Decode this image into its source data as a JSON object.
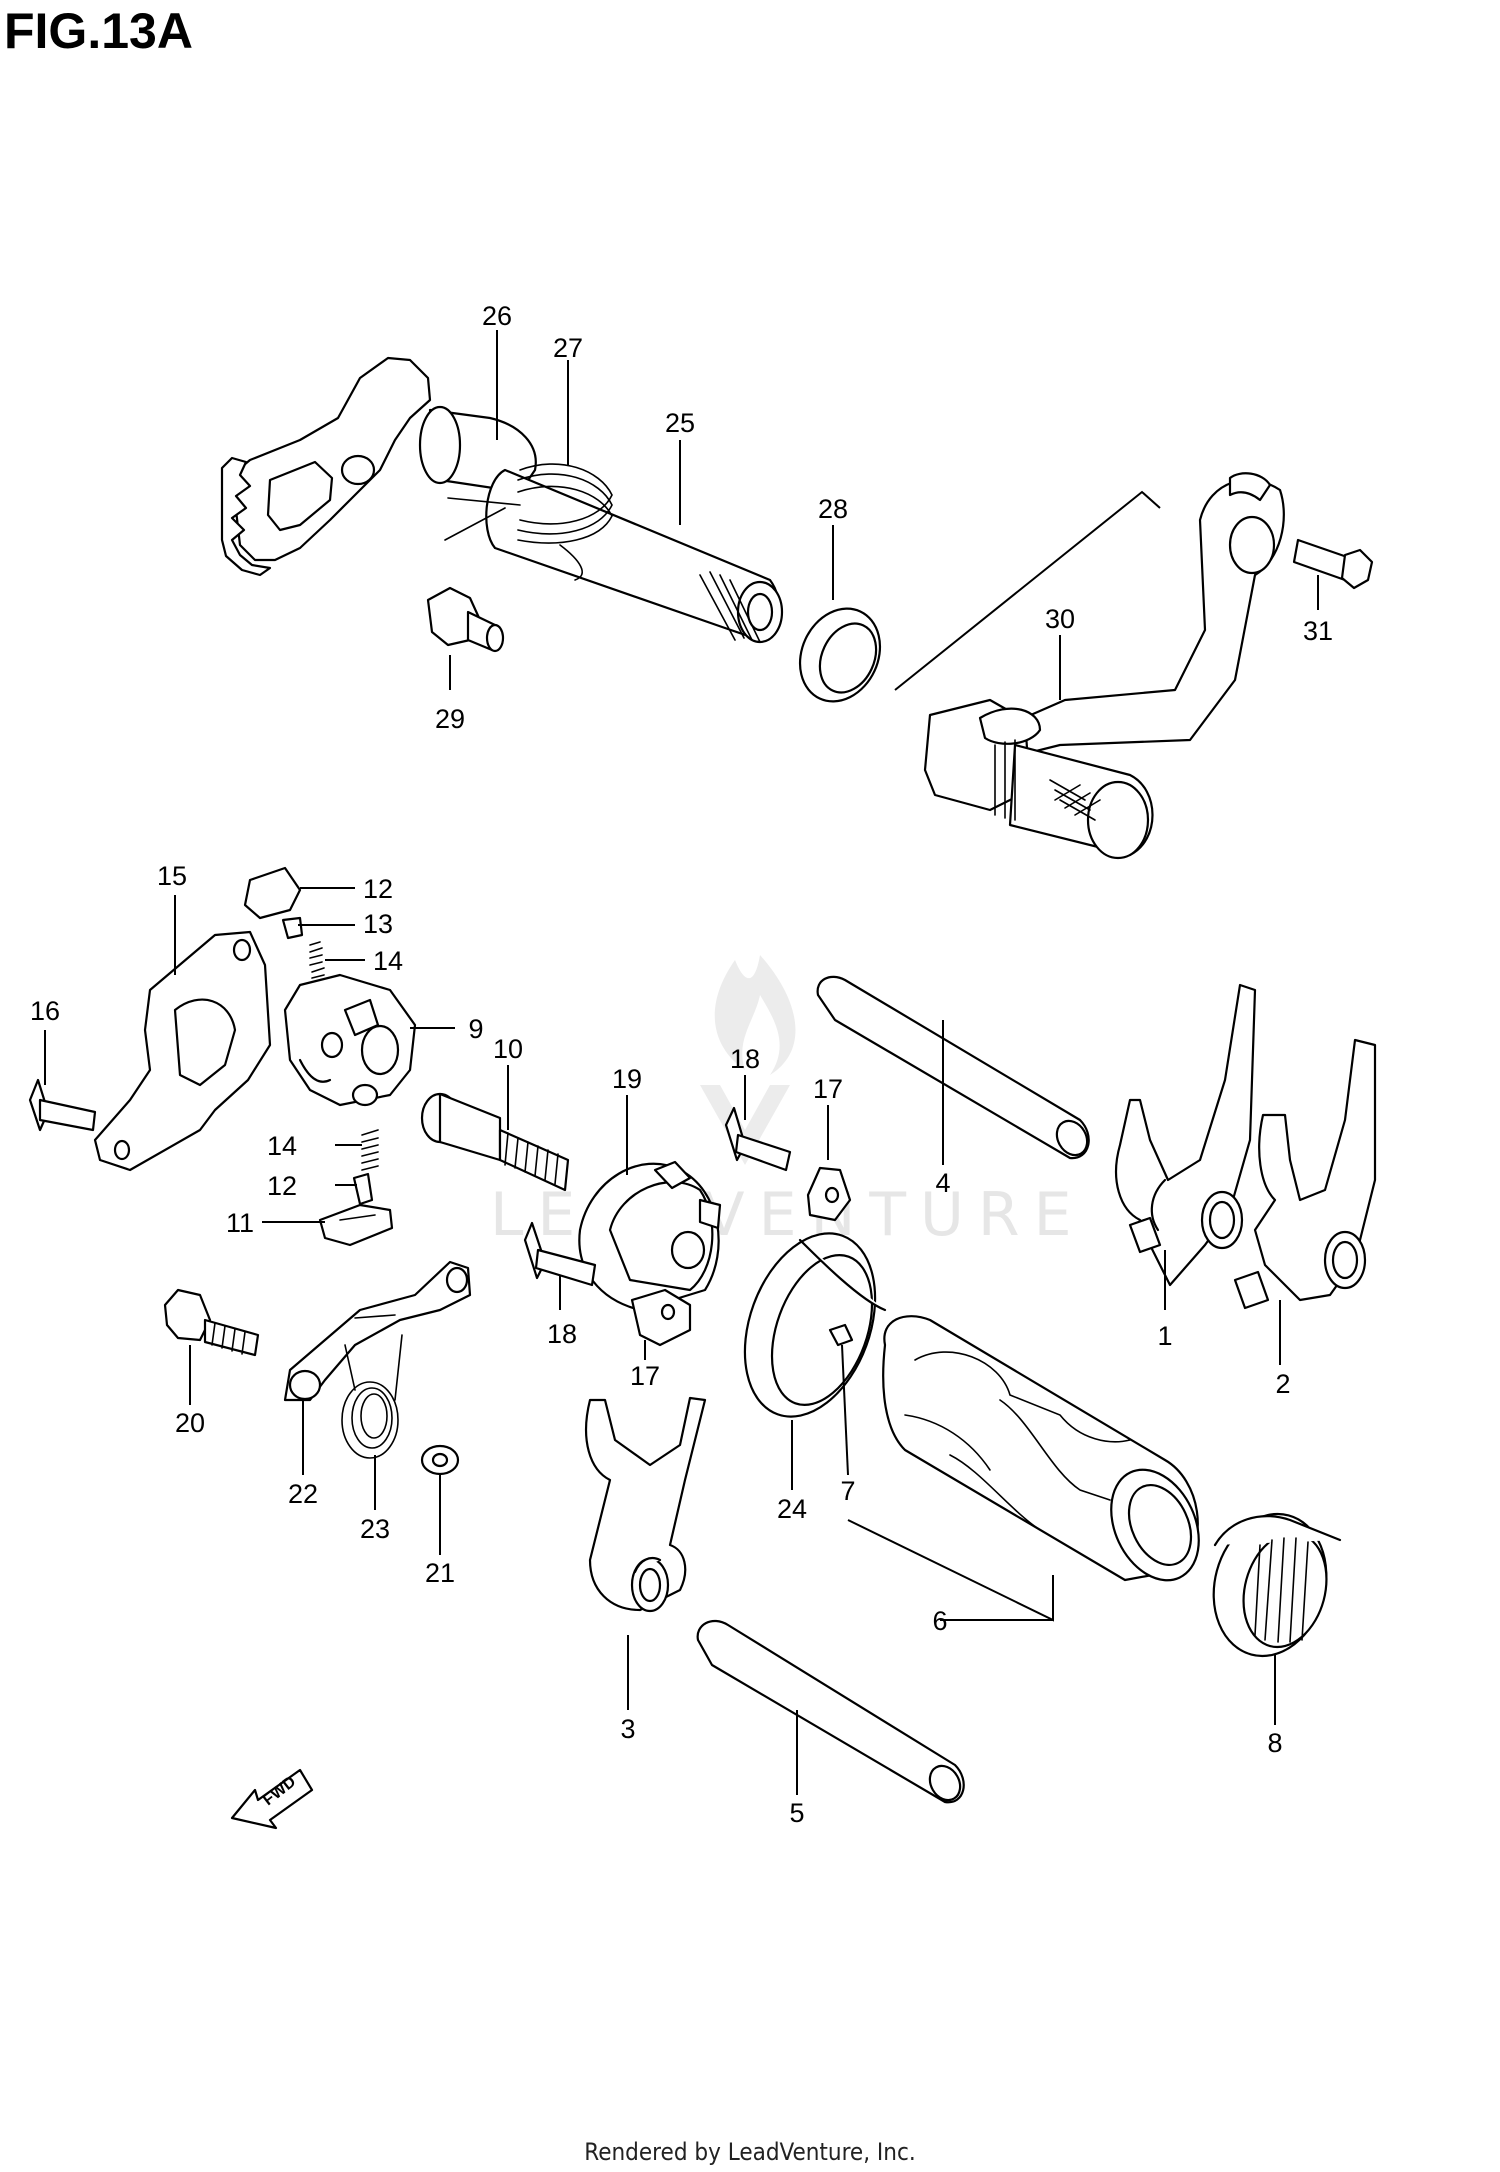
{
  "figure": {
    "title": "FIG.13A",
    "footer": "Rendered by LeadVenture, Inc.",
    "watermark": "LEADVENTURE",
    "direction_label": "FWD"
  },
  "callouts": [
    {
      "id": "c1",
      "label": "1"
    },
    {
      "id": "c2",
      "label": "2"
    },
    {
      "id": "c3",
      "label": "3"
    },
    {
      "id": "c4",
      "label": "4"
    },
    {
      "id": "c5",
      "label": "5"
    },
    {
      "id": "c6",
      "label": "6"
    },
    {
      "id": "c7",
      "label": "7"
    },
    {
      "id": "c8",
      "label": "8"
    },
    {
      "id": "c9",
      "label": "9"
    },
    {
      "id": "c10",
      "label": "10"
    },
    {
      "id": "c11",
      "label": "11"
    },
    {
      "id": "c12a",
      "label": "12"
    },
    {
      "id": "c12b",
      "label": "12"
    },
    {
      "id": "c13",
      "label": "13"
    },
    {
      "id": "c14a",
      "label": "14"
    },
    {
      "id": "c14b",
      "label": "14"
    },
    {
      "id": "c15",
      "label": "15"
    },
    {
      "id": "c16",
      "label": "16"
    },
    {
      "id": "c17a",
      "label": "17"
    },
    {
      "id": "c17b",
      "label": "17"
    },
    {
      "id": "c18a",
      "label": "18"
    },
    {
      "id": "c18b",
      "label": "18"
    },
    {
      "id": "c19",
      "label": "19"
    },
    {
      "id": "c20",
      "label": "20"
    },
    {
      "id": "c21",
      "label": "21"
    },
    {
      "id": "c22",
      "label": "22"
    },
    {
      "id": "c23",
      "label": "23"
    },
    {
      "id": "c24",
      "label": "24"
    },
    {
      "id": "c25",
      "label": "25"
    },
    {
      "id": "c26",
      "label": "26"
    },
    {
      "id": "c27",
      "label": "27"
    },
    {
      "id": "c28",
      "label": "28"
    },
    {
      "id": "c29",
      "label": "29"
    },
    {
      "id": "c30",
      "label": "30"
    },
    {
      "id": "c31",
      "label": "31"
    }
  ]
}
